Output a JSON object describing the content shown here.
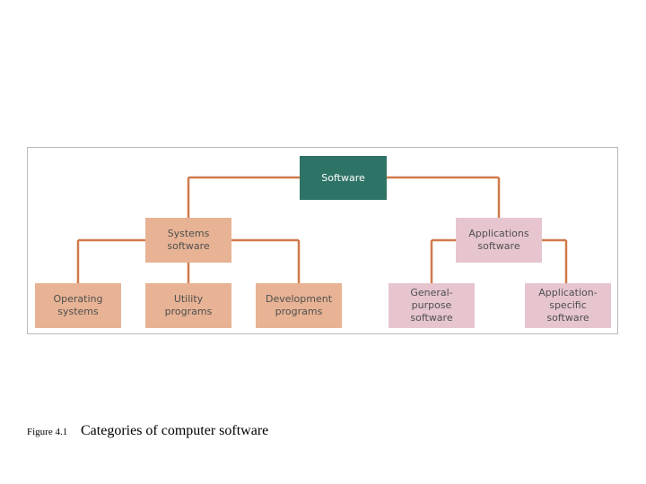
{
  "diagram": {
    "root": "Software",
    "systems": "Systems\nsoftware",
    "applications": "Applications\nsoftware",
    "systems_children": [
      "Operating\nsystems",
      "Utility\nprograms",
      "Development\nprograms"
    ],
    "applications_children": [
      "General-\npurpose\nsoftware",
      "Application-\nspecific\nsoftware"
    ],
    "colors": {
      "root": "#2e7466",
      "systems": "#e7b394",
      "applications": "#e6c5cf",
      "connector": "#d07a4c"
    }
  },
  "caption": {
    "label": "Figure 4.1",
    "title": "Categories of computer software"
  }
}
